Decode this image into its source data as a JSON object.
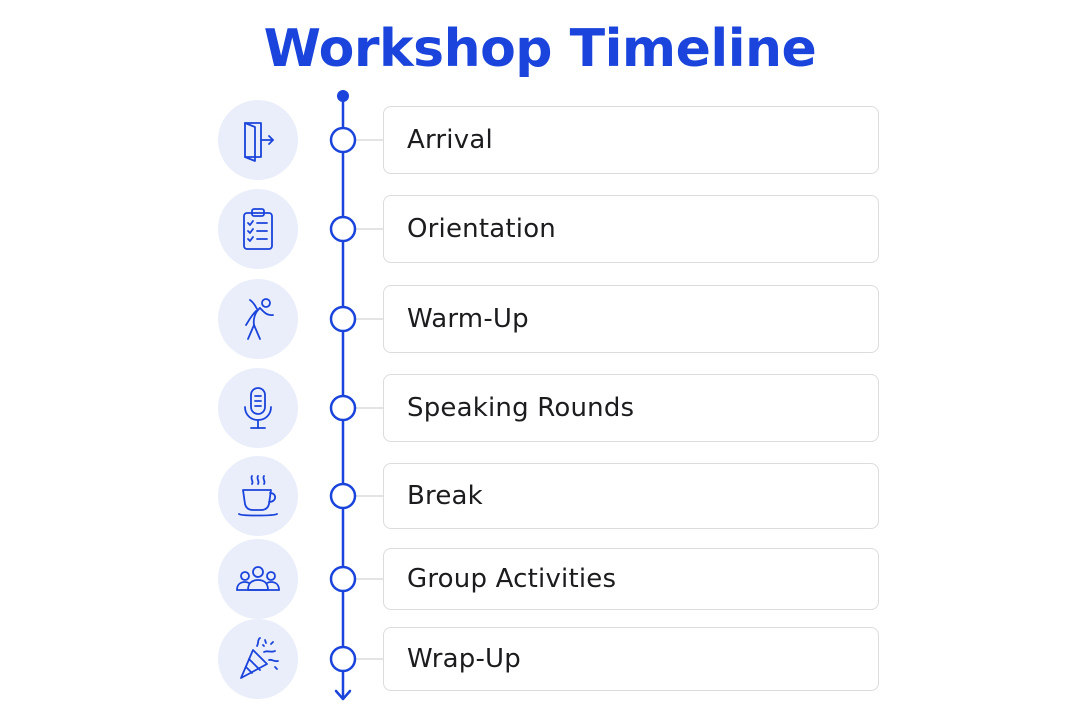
{
  "title": "Workshop Timeline",
  "accent_color": "#1a44db",
  "steps": [
    {
      "label": "Arrival",
      "icon": "door-exit-icon"
    },
    {
      "label": "Orientation",
      "icon": "clipboard-checklist-icon"
    },
    {
      "label": "Warm-Up",
      "icon": "stretching-person-icon"
    },
    {
      "label": "Speaking Rounds",
      "icon": "microphone-icon"
    },
    {
      "label": "Break",
      "icon": "coffee-cup-icon"
    },
    {
      "label": "Group Activities",
      "icon": "group-people-icon"
    },
    {
      "label": "Wrap-Up",
      "icon": "party-popper-icon"
    }
  ]
}
